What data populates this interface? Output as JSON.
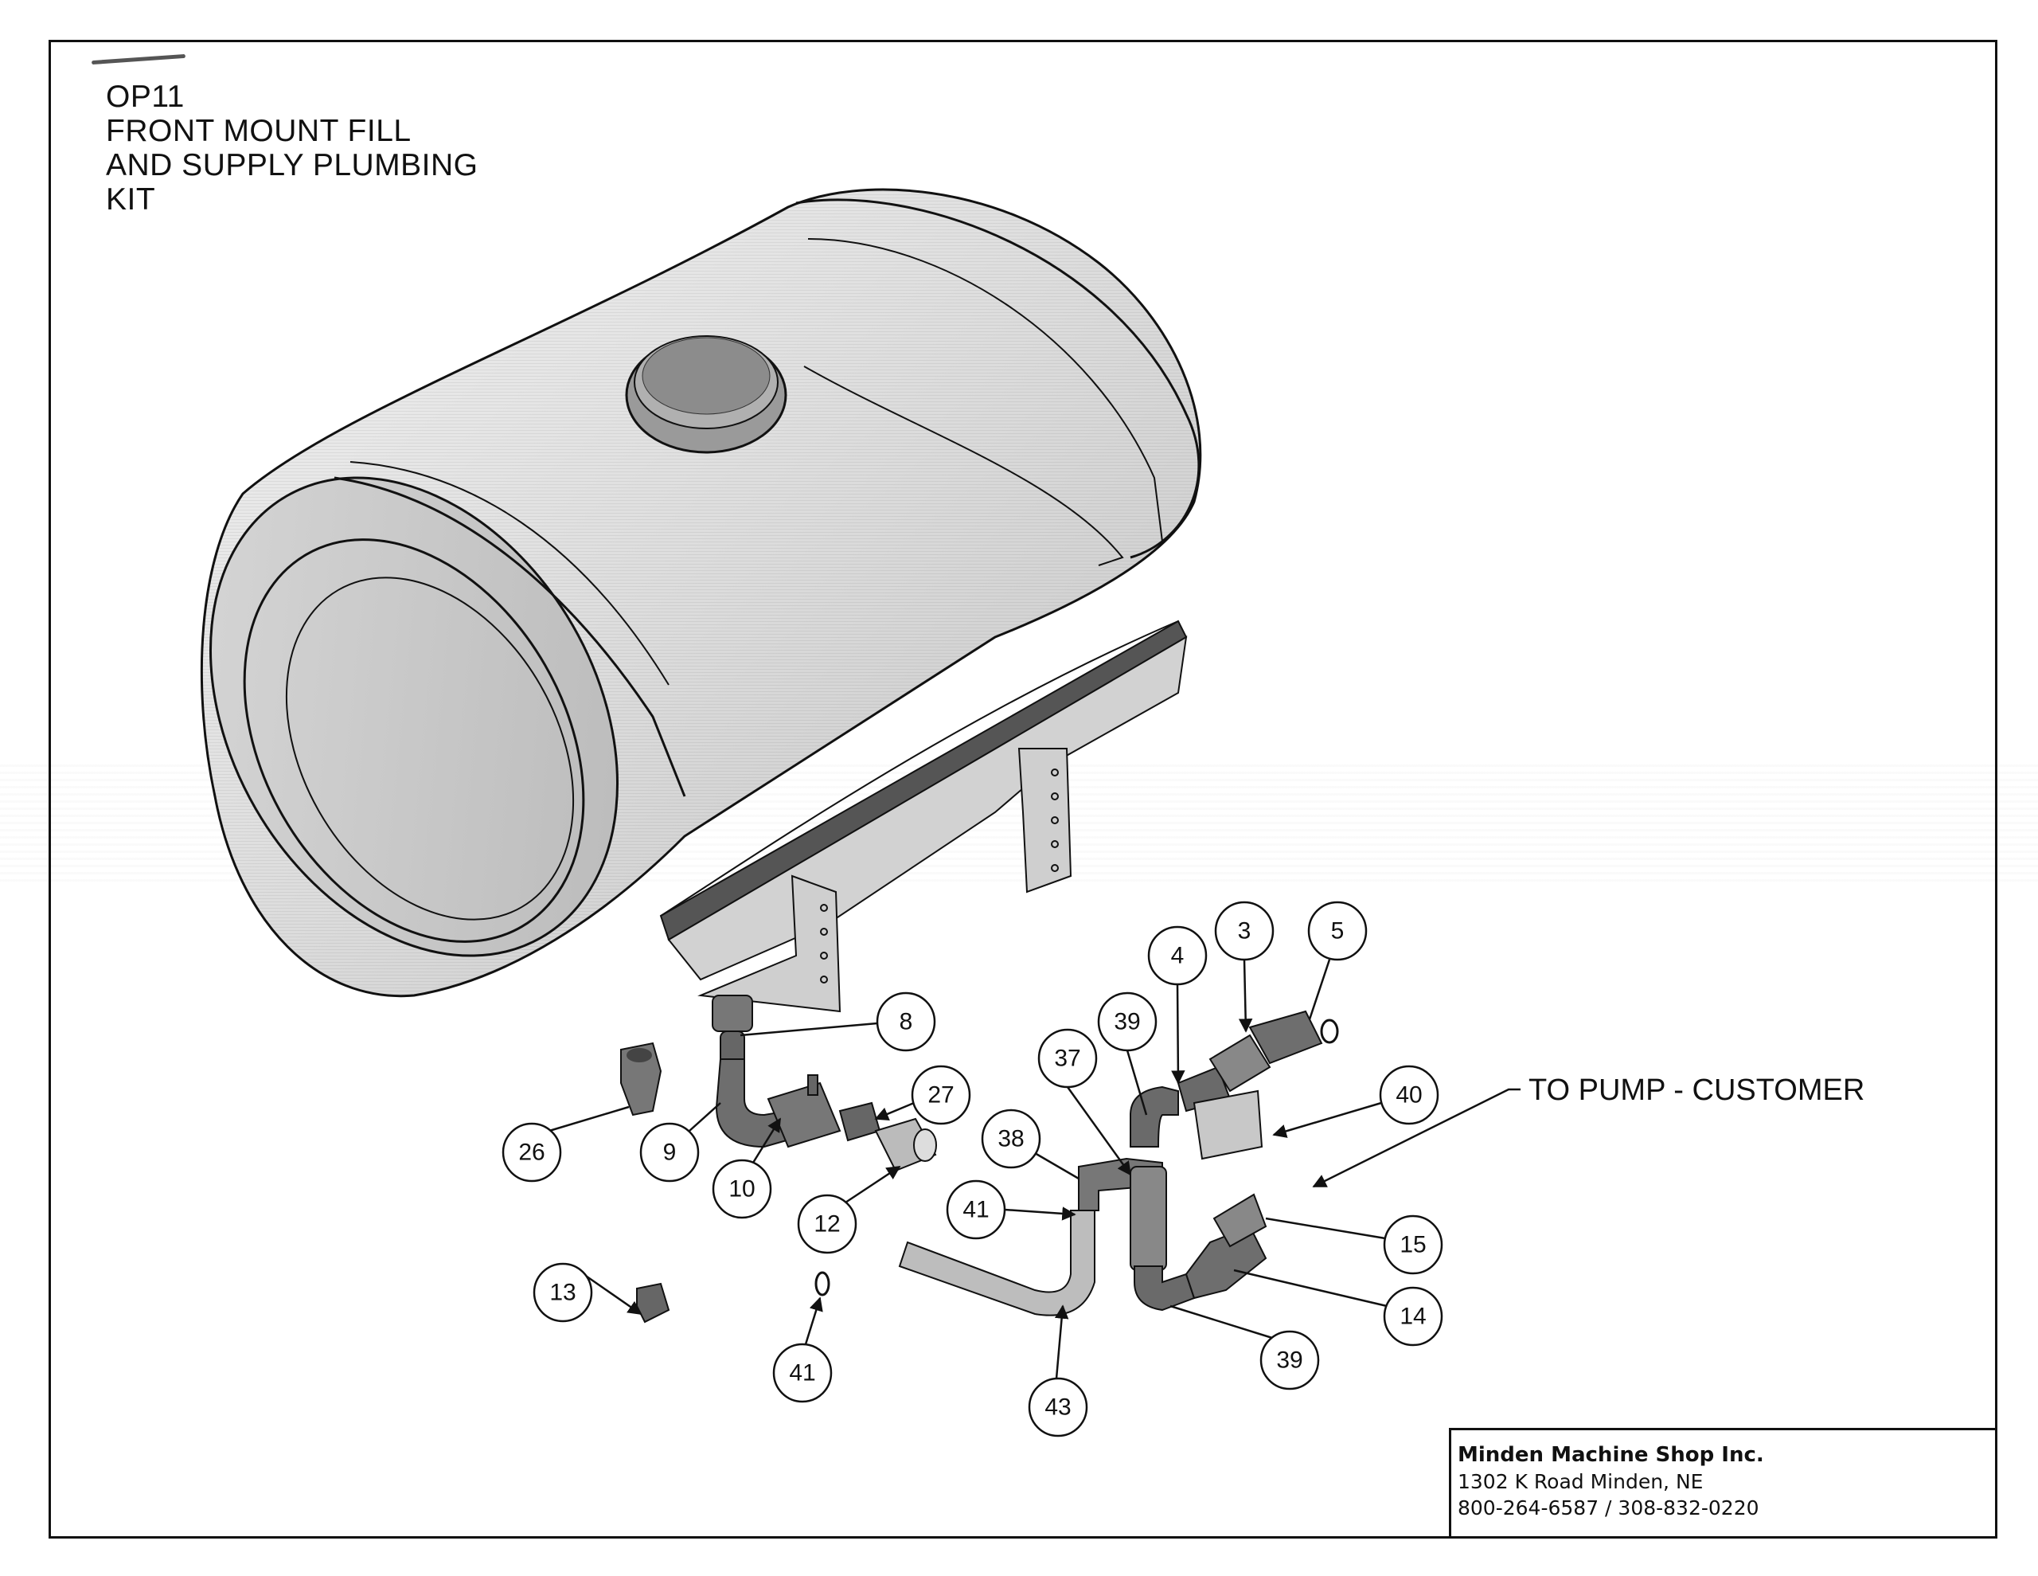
{
  "header": {
    "lines": [
      "OP11",
      "FRONT MOUNT FILL",
      "AND SUPPLY PLUMBING",
      "KIT"
    ]
  },
  "annotation": {
    "to_pump": "TO PUMP - CUSTOMER"
  },
  "callouts": [
    {
      "id": "c3",
      "label": "3"
    },
    {
      "id": "c4",
      "label": "4"
    },
    {
      "id": "c5",
      "label": "5"
    },
    {
      "id": "c8",
      "label": "8"
    },
    {
      "id": "c39a",
      "label": "39"
    },
    {
      "id": "c37",
      "label": "37"
    },
    {
      "id": "c40",
      "label": "40"
    },
    {
      "id": "c27",
      "label": "27"
    },
    {
      "id": "c38",
      "label": "38"
    },
    {
      "id": "c26",
      "label": "26"
    },
    {
      "id": "c9",
      "label": "9"
    },
    {
      "id": "c10",
      "label": "10"
    },
    {
      "id": "c41a",
      "label": "41"
    },
    {
      "id": "c12",
      "label": "12"
    },
    {
      "id": "c15",
      "label": "15"
    },
    {
      "id": "c13",
      "label": "13"
    },
    {
      "id": "c14",
      "label": "14"
    },
    {
      "id": "c39b",
      "label": "39"
    },
    {
      "id": "c41b",
      "label": "41"
    },
    {
      "id": "c43",
      "label": "43"
    }
  ],
  "title_block": {
    "company": "Minden Machine Shop Inc.",
    "address": "1302 K Road  Minden, NE",
    "phone": "800-264-6587 / 308-832-0220"
  },
  "colors": {
    "ink": "#111111",
    "tank_fill": "#e4e4e4",
    "tank_shade": "#c9c9c9",
    "part_fill": "#6e6e6e",
    "hose_fill": "#bdbdbd"
  }
}
